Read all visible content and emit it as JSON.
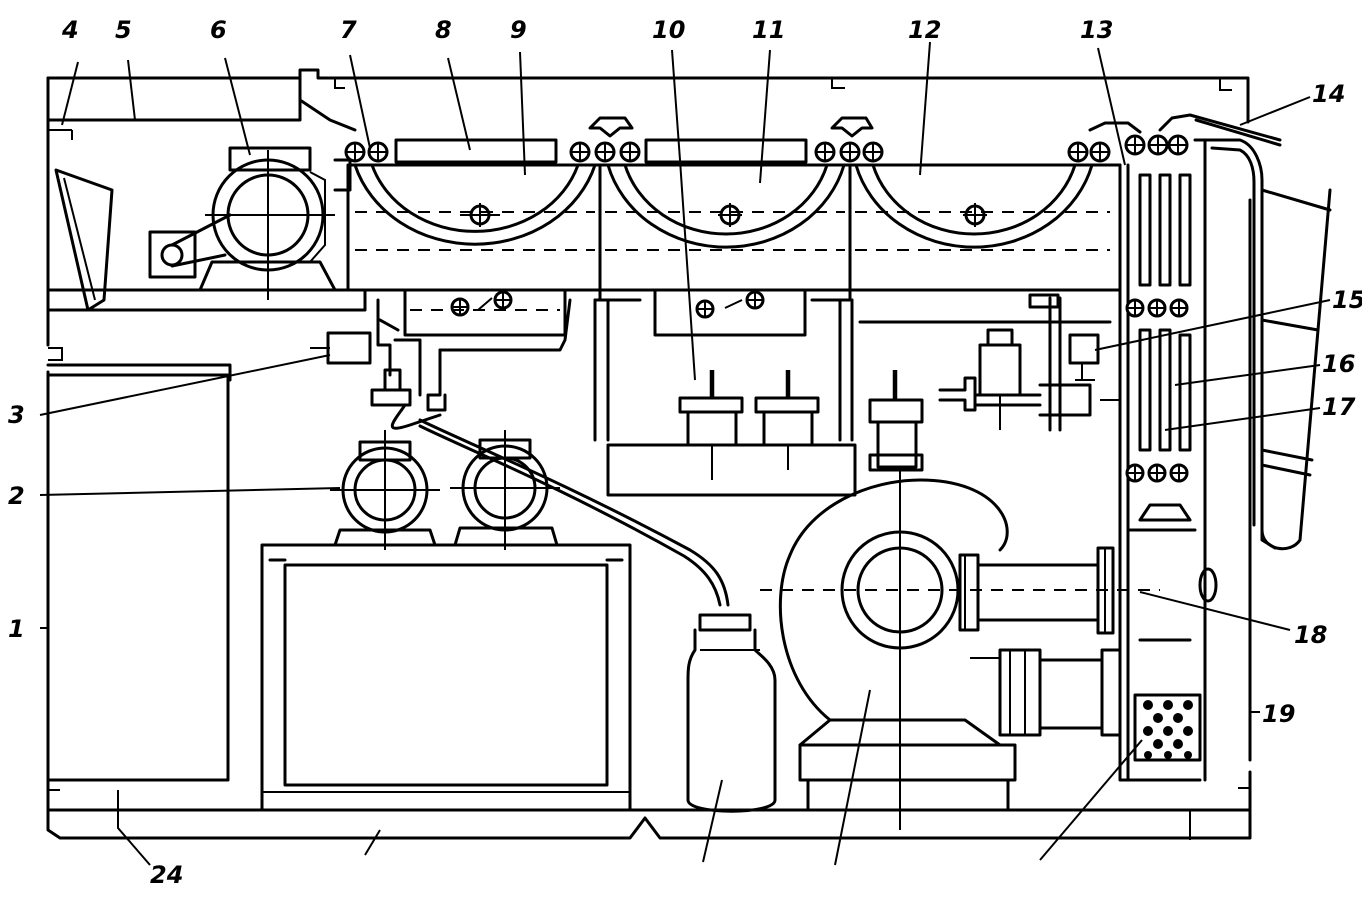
{
  "figure": {
    "callouts": [
      "1",
      "2",
      "3",
      "4",
      "5",
      "6",
      "7",
      "8",
      "9",
      "10",
      "11",
      "12",
      "13",
      "14",
      "15",
      "16",
      "17",
      "18",
      "19",
      "24"
    ]
  }
}
